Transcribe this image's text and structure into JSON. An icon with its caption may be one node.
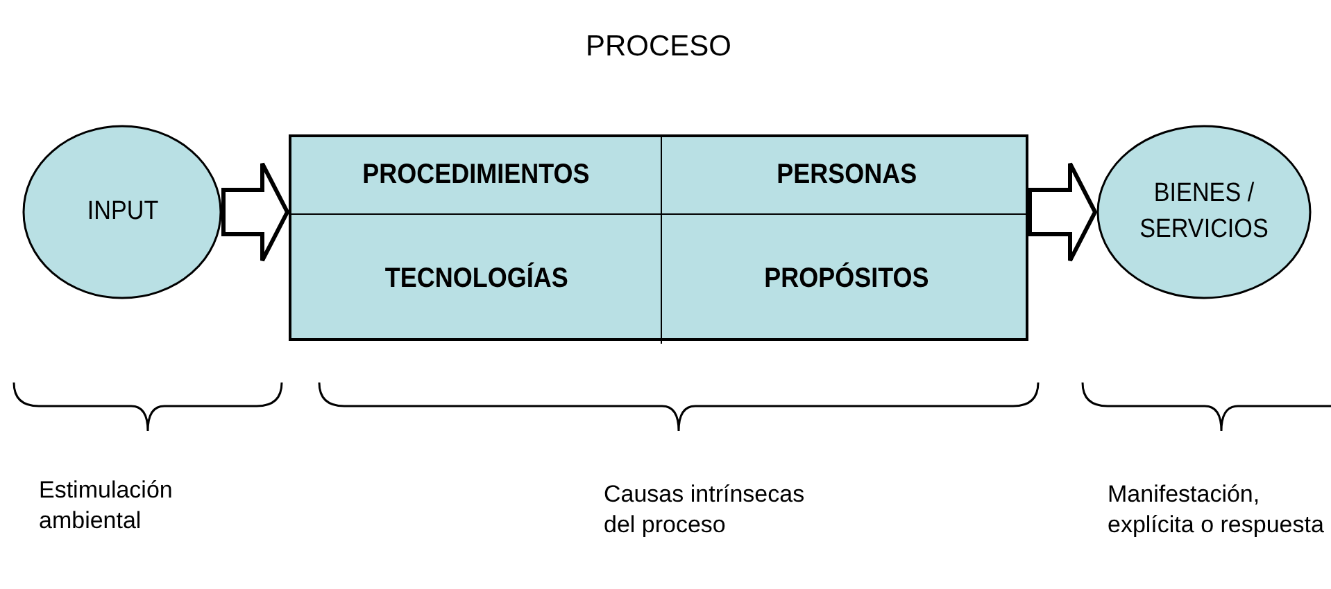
{
  "diagram": {
    "nodes": [
      {
        "text": [
          "INPUT"
        ]
      },
      {
        "text": [
          "PROCESO"
        ]
      },
      {
        "text": [
          "PROCEDIMIENTOS"
        ],
        "in": 1
      },
      {
        "text": [
          "PERSONAS"
        ],
        "in": 1
      },
      {
        "text": [
          "TECNOLOGÍAS"
        ],
        "in": 1
      },
      {
        "text": [
          "PROPÓSITOS"
        ],
        "in": 1
      },
      {
        "text": [
          "BIENES / SERVICIOS"
        ]
      }
    ],
    "edges": [
      {
        "from": 0,
        "to": 1,
        "arrow": "to"
      },
      {
        "from": 1,
        "to": 6,
        "arrow": "to"
      }
    ],
    "labels": [
      "Estimulación ambiental",
      "Causas intrínsecas del proceso",
      "Manifestación, explícita o respuesta"
    ]
  }
}
